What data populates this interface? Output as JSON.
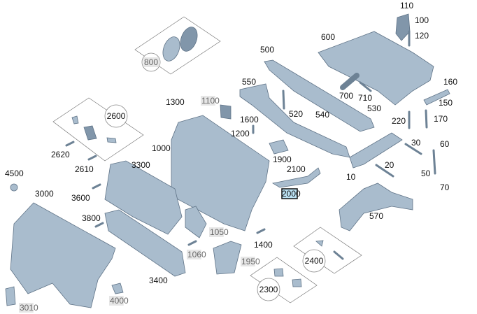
{
  "diagram": {
    "colors": {
      "part_fill": "#a9bccd",
      "part_outline": "#5f7387",
      "highlight_gray": "#e6e6e6",
      "selected_fill": "#bde3f5",
      "selected_border": "#111111"
    },
    "labels": [
      {
        "text": "110"
      },
      {
        "text": "100"
      },
      {
        "text": "120"
      },
      {
        "text": "600"
      },
      {
        "text": "500"
      },
      {
        "text": "550"
      },
      {
        "text": "700"
      },
      {
        "text": "710"
      },
      {
        "text": "160"
      },
      {
        "text": "150"
      },
      {
        "text": "530"
      },
      {
        "text": "540"
      },
      {
        "text": "520"
      },
      {
        "text": "220"
      },
      {
        "text": "170"
      },
      {
        "text": "1600"
      },
      {
        "text": "1200"
      },
      {
        "text": "1300"
      },
      {
        "text": "1100",
        "highlighted": true
      },
      {
        "text": "1000"
      },
      {
        "text": "2620"
      },
      {
        "text": "2610"
      },
      {
        "text": "3300"
      },
      {
        "text": "4500"
      },
      {
        "text": "3000"
      },
      {
        "text": "3600"
      },
      {
        "text": "3800"
      },
      {
        "text": "1900"
      },
      {
        "text": "2100"
      },
      {
        "text": "10"
      },
      {
        "text": "20"
      },
      {
        "text": "30"
      },
      {
        "text": "60"
      },
      {
        "text": "50"
      },
      {
        "text": "70"
      },
      {
        "text": "570"
      },
      {
        "text": "1050",
        "highlighted": true
      },
      {
        "text": "1060",
        "highlighted": true
      },
      {
        "text": "1400"
      },
      {
        "text": "1950",
        "highlighted": true
      },
      {
        "text": "3400"
      },
      {
        "text": "4000",
        "highlighted": true
      },
      {
        "text": "3010",
        "highlighted": true
      }
    ],
    "selected_label": {
      "text": "2000"
    },
    "group_labels": [
      {
        "text": "800",
        "highlighted": true
      },
      {
        "text": "2600"
      },
      {
        "text": "2400"
      },
      {
        "text": "2300"
      }
    ]
  }
}
